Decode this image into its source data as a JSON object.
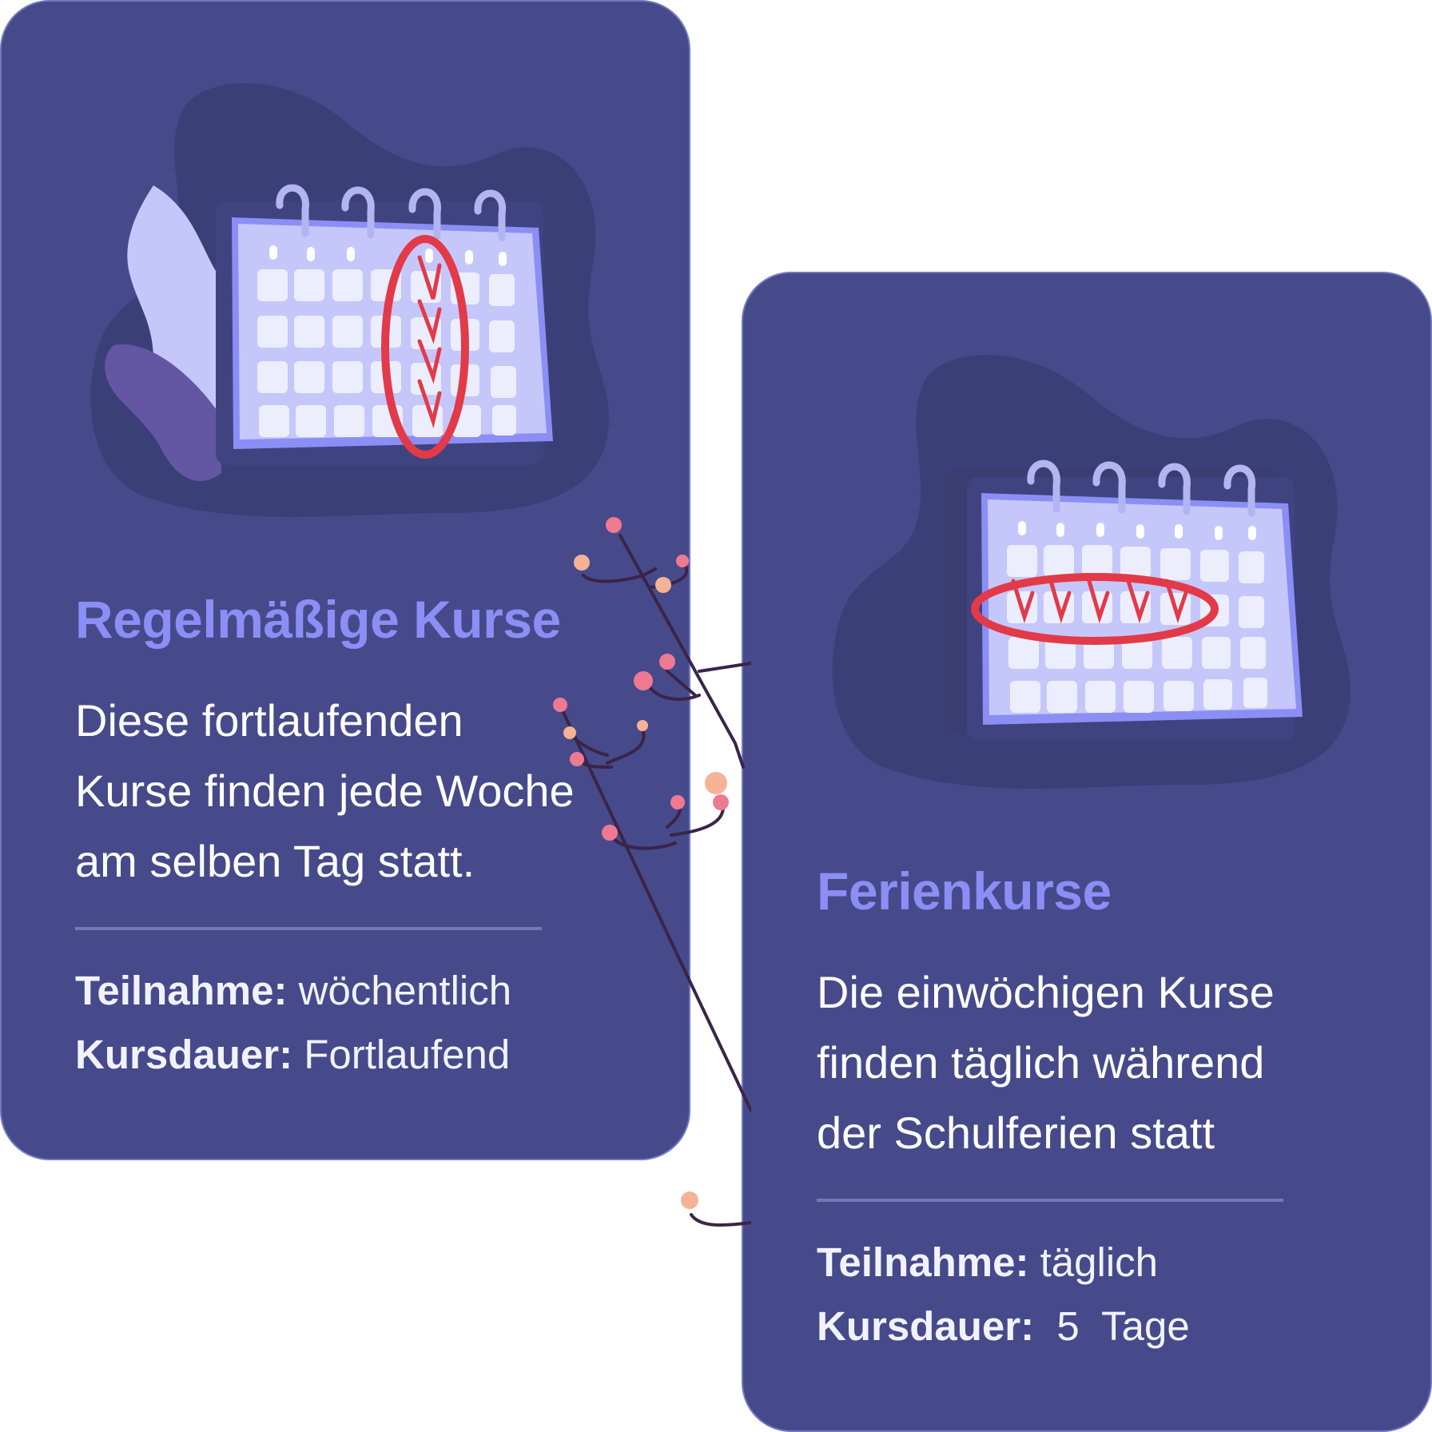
{
  "cards": [
    {
      "title": "Regelmäßige Kurse",
      "description_lines": [
        "Diese fortlaufenden",
        "Kurse finden jede Woche",
        "am selben Tag statt."
      ],
      "meta": [
        {
          "label": "Teilnahme:",
          "value": "wöchentlich"
        },
        {
          "label": "Kursdauer:",
          "value": "Fortlaufend"
        }
      ],
      "illustration": "calendar-icon-weekly-column-circled"
    },
    {
      "title": "Ferienkurse",
      "description_lines": [
        "Die einwöchigen Kurse",
        "finden täglich während",
        "der Schulferien statt"
      ],
      "meta": [
        {
          "label": "Teilnahme:",
          "value": "täglich"
        },
        {
          "label": "Kursdauer:",
          "value": " 5  Tage"
        }
      ],
      "illustration": "calendar-icon-week-row-circled"
    }
  ],
  "colors": {
    "card_bg": "#464a8a",
    "title": "#8b8ef5",
    "text": "#ffffff",
    "calendar": "#c5c7fb",
    "highlight": "#e23a48"
  }
}
